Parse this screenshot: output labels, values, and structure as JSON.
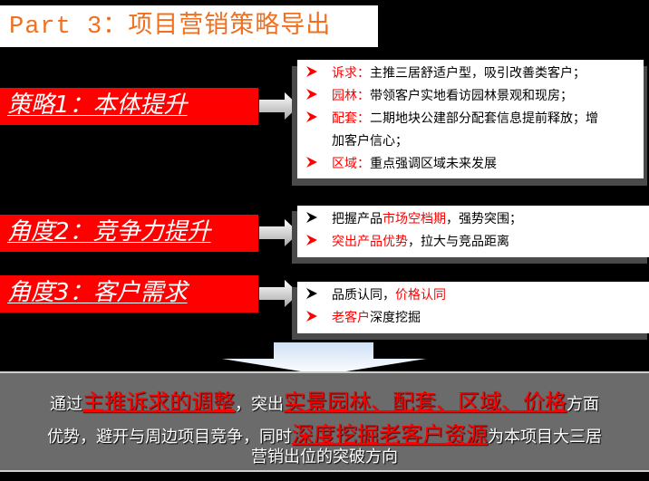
{
  "title": "Part 3：项目营销策略导出",
  "strategies": [
    {
      "label": "策略1：本体提升",
      "items": [
        {
          "bullet_color": "#ff0000",
          "parts": [
            {
              "text": "诉求：",
              "red": true
            },
            {
              "text": "主推三居舒适户型，吸引改善类客户；",
              "red": false
            }
          ]
        },
        {
          "bullet_color": "#ff0000",
          "parts": [
            {
              "text": "园林：",
              "red": true
            },
            {
              "text": "带领客户实地看访园林景观和现房；",
              "red": false
            }
          ]
        },
        {
          "bullet_color": "#ff0000",
          "parts": [
            {
              "text": "配套：",
              "red": true
            },
            {
              "text": "二期地块公建部分配套信息提前释放；增",
              "red": false
            }
          ]
        },
        {
          "bullet_color": null,
          "parts": [
            {
              "text": "加客户信心；",
              "red": false
            }
          ]
        },
        {
          "bullet_color": "#ff0000",
          "parts": [
            {
              "text": "区域：",
              "red": true
            },
            {
              "text": "重点强调区域未来发展",
              "red": false
            }
          ]
        }
      ]
    },
    {
      "label": "角度2：竞争力提升",
      "items": [
        {
          "bullet_color": "#000000",
          "parts": [
            {
              "text": "把握产品",
              "red": false
            },
            {
              "text": "市场空档期",
              "red": true
            },
            {
              "text": "，强势突围；",
              "red": false
            }
          ]
        },
        {
          "bullet_color": "#ff0000",
          "parts": [
            {
              "text": "突出产品优势",
              "red": true
            },
            {
              "text": "，拉大与竞品距离",
              "red": false
            }
          ]
        }
      ]
    },
    {
      "label": "角度3：客户需求",
      "items": [
        {
          "bullet_color": "#000000",
          "parts": [
            {
              "text": "品质认同，",
              "red": false
            },
            {
              "text": "价格认同",
              "red": true
            }
          ]
        },
        {
          "bullet_color": "#ff0000",
          "parts": [
            {
              "text": "老客户",
              "red": true
            },
            {
              "text": "深度挖掘",
              "red": false
            }
          ]
        }
      ]
    }
  ],
  "conclusion": {
    "line1": [
      {
        "text": "通过",
        "hl": false
      },
      {
        "text": "主推诉求的调整",
        "hl": true
      },
      {
        "text": "，突出",
        "hl": false
      },
      {
        "text": "实景园林、配套、区域、价格",
        "hl": true
      },
      {
        "text": "方面",
        "hl": false
      }
    ],
    "line2": [
      {
        "text": "优势，避开与周边项目竞争，同时",
        "hl": false
      },
      {
        "text": "深度挖掘老客户资源",
        "hl": true
      },
      {
        "text": "为本项目大三居",
        "hl": false
      }
    ],
    "line3": [
      {
        "text": "营销出位的突破方向",
        "hl": false
      }
    ]
  },
  "icons": {
    "bullet": "arrowhead-bullet-icon",
    "connector": "right-arrow-icon",
    "down_arrow": "down-arrow-icon"
  }
}
